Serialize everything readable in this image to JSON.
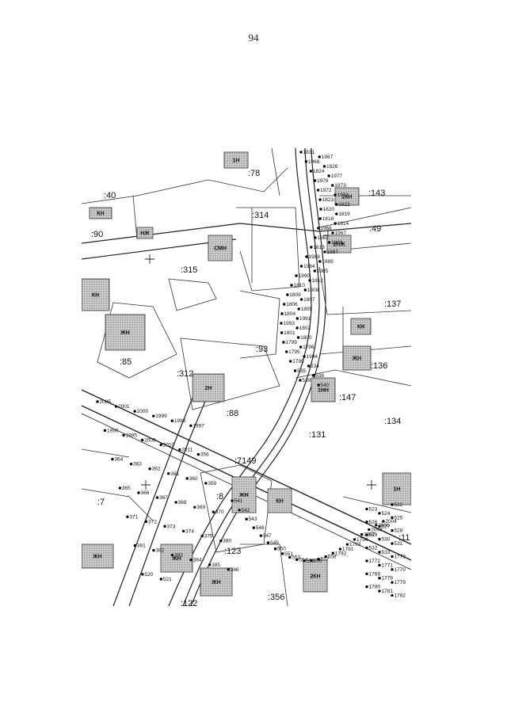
{
  "page": {
    "number": "94"
  },
  "map": {
    "parcels": [
      ":40",
      ":78",
      ":143",
      ":90",
      ":314",
      ":49",
      ":315",
      ":137",
      ":93",
      ":85",
      ":312",
      ":136",
      ":147",
      ":134",
      ":88",
      ":131",
      ":7149",
      ":7",
      ":8",
      ":123",
      ":122",
      ":356",
      ":11"
    ],
    "buildings": [
      "2КН",
      "1Н",
      "КН",
      "2Н",
      "НЖ",
      "СМН",
      "2НЖ",
      "КН",
      "ЖН",
      "2Н",
      "1НН",
      "1Н",
      "КН",
      "КН",
      "ЖН",
      "ЖН",
      "ЖН",
      "ЖН",
      "ЖН"
    ],
    "points": [
      "1831",
      "1987",
      "1968",
      "1826",
      "1824",
      "1977",
      "1976",
      "1973",
      "1972",
      "1971",
      "1823",
      "1822",
      "1820",
      "1819",
      "1818",
      "1814",
      "1966",
      "1967",
      "1962",
      "1983",
      "1813",
      "1987",
      "1988",
      "1989",
      "1984",
      "1985",
      "1990",
      "1812",
      "1810",
      "1808",
      "1809",
      "1807",
      "1806",
      "1805",
      "1804",
      "1991",
      "1993",
      "1802",
      "1801",
      "1800",
      "1799",
      "1796",
      "1795",
      "1994",
      "1795",
      "534",
      "535",
      "538",
      "539",
      "540",
      "541",
      "542",
      "543",
      "546",
      "547",
      "549",
      "550",
      "551",
      "553",
      "554",
      "555",
      "556",
      "557",
      "558",
      "1792",
      "1791",
      "1793",
      "1794",
      "2007",
      "2008",
      "2006",
      "2004",
      "2005",
      "2001",
      "2000",
      "1999",
      "1998",
      "1997",
      "1996",
      "1995",
      "2009",
      "2010",
      "2011",
      "356",
      "364",
      "363",
      "362",
      "361",
      "360",
      "359",
      "365",
      "366",
      "367",
      "368",
      "369",
      "370",
      "371",
      "372",
      "373",
      "374",
      "375",
      "380",
      "381",
      "382",
      "383",
      "384",
      "385",
      "386",
      "520",
      "521",
      "522",
      "523",
      "524",
      "525",
      "526",
      "527",
      "528",
      "529",
      "530",
      "531",
      "532",
      "533",
      "1773",
      "1772",
      "1771",
      "1770",
      "1769",
      "1778",
      "1779",
      "1780",
      "1781",
      "1782"
    ]
  }
}
